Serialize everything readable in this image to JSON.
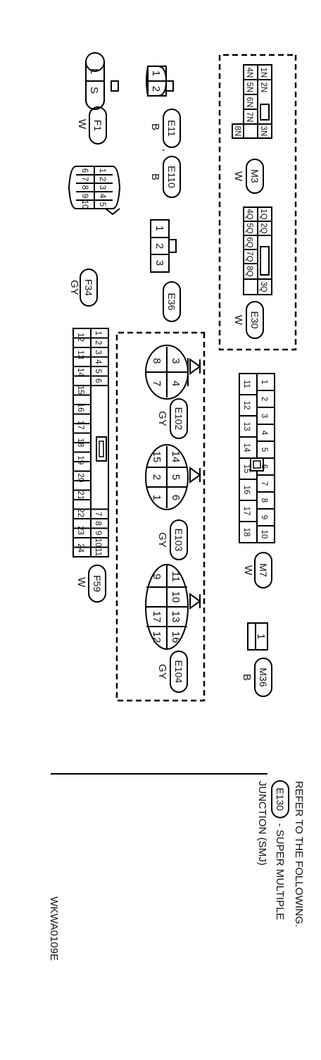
{
  "connectors": {
    "F1": {
      "name": "F1",
      "color": "W",
      "pins": [
        "L",
        "S"
      ]
    },
    "E11": {
      "name": "E11",
      "color": "B",
      "pins": [
        "1",
        "2"
      ]
    },
    "E110": {
      "name": "E110",
      "color": "B"
    },
    "F34": {
      "name": "F34",
      "color": "GY",
      "pins": [
        "1",
        "2",
        "3",
        "4",
        "5",
        "6",
        "7",
        "8",
        "9",
        "10"
      ]
    },
    "E36": {
      "name": "E36",
      "pins": [
        "1",
        "2",
        "3"
      ]
    },
    "M3": {
      "name": "M3",
      "color": "W",
      "pins": [
        "1N",
        "2N",
        "3N",
        "4N",
        "5N",
        "6N",
        "7N",
        "8N"
      ]
    },
    "E30": {
      "name": "E30",
      "color": "W",
      "pins": [
        "1Q",
        "2Q",
        "3Q",
        "4Q",
        "5Q",
        "6Q",
        "7Q",
        "8Q"
      ]
    },
    "F59": {
      "name": "F59",
      "color": "W",
      "pins": [
        "1",
        "2",
        "3",
        "4",
        "5",
        "6",
        "7",
        "8",
        "9",
        "10",
        "11",
        "12",
        "13",
        "14",
        "15",
        "16",
        "17",
        "18",
        "19",
        "20",
        "21",
        "22",
        "23",
        "24"
      ]
    },
    "E102": {
      "name": "E102",
      "color": "GY",
      "pins": [
        "3",
        "4",
        "8",
        "7"
      ]
    },
    "E103": {
      "name": "E103",
      "color": "GY",
      "pins": [
        "14",
        "5",
        "6",
        "15",
        "2",
        "1"
      ]
    },
    "E104": {
      "name": "E104",
      "color": "GY",
      "pins": [
        "11",
        "10",
        "13",
        "16",
        "9",
        "17",
        "12"
      ]
    },
    "M7": {
      "name": "M7",
      "color": "W",
      "pins": [
        "1",
        "2",
        "3",
        "4",
        "5",
        "6",
        "7",
        "8",
        "9",
        "10",
        "11",
        "12",
        "13",
        "14",
        "15",
        "16",
        "17",
        "18"
      ]
    },
    "M36": {
      "name": "M36",
      "color": "B",
      "pins": [
        "1"
      ]
    }
  },
  "separator": ",",
  "note": {
    "line1": "REFER TO THE FOLLOWING.",
    "ref": "E130",
    "line2": "- SUPER MULTIPLE",
    "line3": "JUNCTION (SMJ)"
  },
  "figure_code": "WKWA0109E"
}
